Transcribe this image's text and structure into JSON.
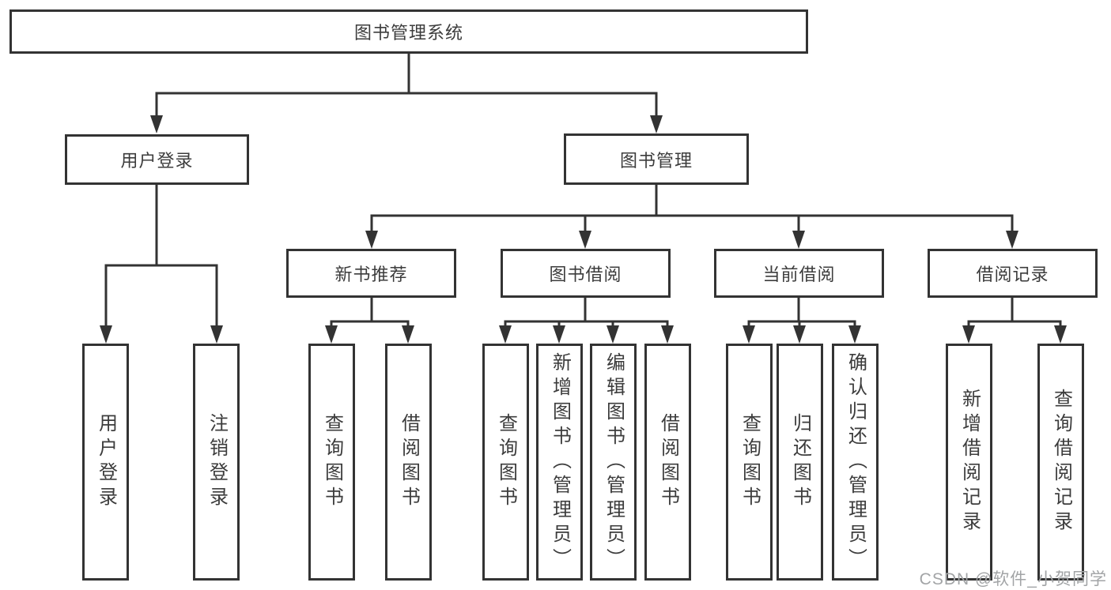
{
  "colors": {
    "line": "#333333",
    "box_border": "#333333",
    "text": "#3c3c3c",
    "watermark": "#a2a4a6",
    "background": "#ffffff"
  },
  "tree": {
    "root": {
      "label": "图书管理系统"
    },
    "branches": [
      {
        "label": "用户登录",
        "leaves": [
          {
            "label": "用户登录"
          },
          {
            "label": "注销登录"
          }
        ]
      },
      {
        "label": "图书管理",
        "groups": [
          {
            "label": "新书推荐",
            "leaves": [
              {
                "label": "查询图书"
              },
              {
                "label": "借阅图书"
              }
            ]
          },
          {
            "label": "图书借阅",
            "leaves": [
              {
                "label": "查询图书"
              },
              {
                "label": "新增图书（管理员）"
              },
              {
                "label": "编辑图书（管理员）"
              },
              {
                "label": "借阅图书"
              }
            ]
          },
          {
            "label": "当前借阅",
            "leaves": [
              {
                "label": "查询图书"
              },
              {
                "label": "归还图书"
              },
              {
                "label": "确认归还（管理员）"
              }
            ]
          },
          {
            "label": "借阅记录",
            "leaves": [
              {
                "label": "新增借阅记录"
              },
              {
                "label": "查询借阅记录"
              }
            ]
          }
        ]
      }
    ]
  },
  "watermark": {
    "text": "CSDN @软件_小贺同学"
  }
}
